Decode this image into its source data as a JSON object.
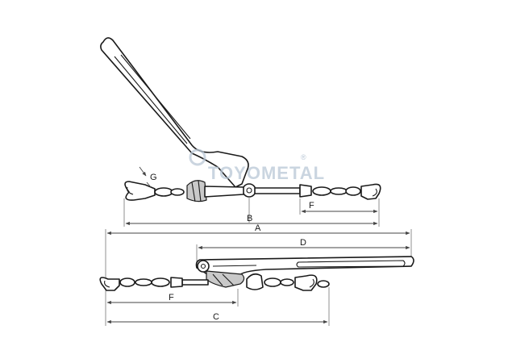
{
  "diagram": {
    "labels": {
      "a": "A",
      "b": "B",
      "c": "C",
      "d": "D",
      "f_top": "F",
      "f_bottom": "F",
      "g": "G"
    },
    "watermark": {
      "text": "TOYOMETAL",
      "registered": "®"
    },
    "colors": {
      "line": "#1a1a1a",
      "dimension": "#444444",
      "watermark": "#b9c7d6"
    }
  }
}
